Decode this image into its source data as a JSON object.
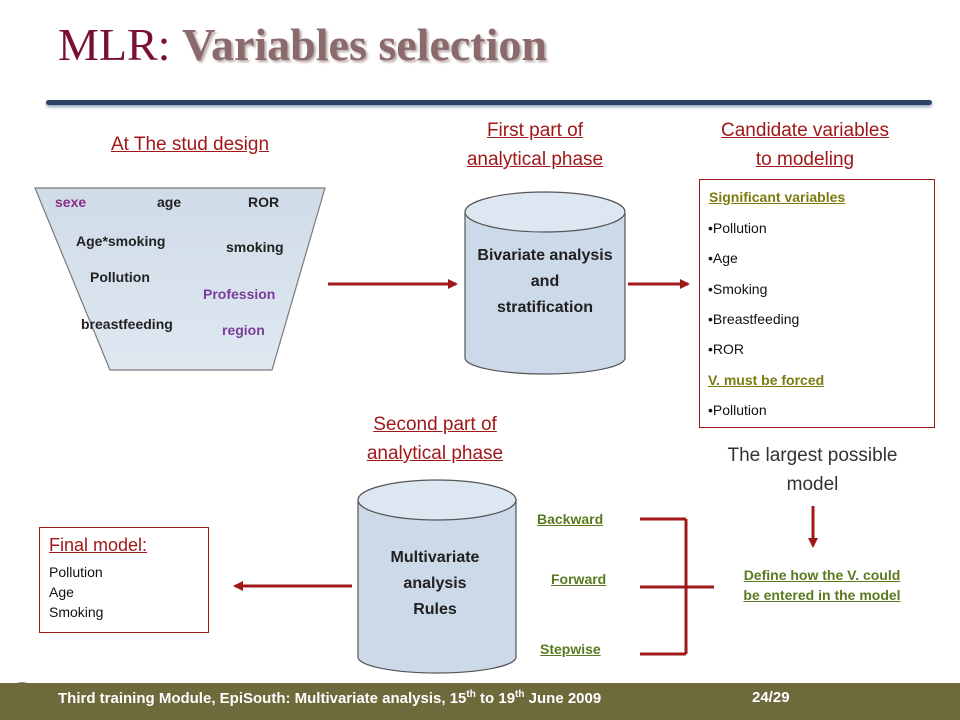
{
  "title": {
    "main": "MLR:",
    "sub": "Variables selection"
  },
  "headers": {
    "study_design": "At The stud design",
    "first_part": [
      "First part of",
      "analytical phase"
    ],
    "candidate": [
      "Candidate variables",
      "to modeling"
    ],
    "second_part": [
      "Second part of",
      "analytical phase"
    ],
    "largest": [
      "The largest possible",
      "model"
    ]
  },
  "funnel_words": {
    "sexe": "sexe",
    "age": "age",
    "ror": "ROR",
    "age_smoking": "Age*smoking",
    "smoking": "smoking",
    "pollution": "Pollution",
    "profession": "Profession",
    "breastfeeding": "breastfeeding",
    "region": "region"
  },
  "cylinder1": [
    "Bivariate analysis",
    "and",
    "stratification"
  ],
  "cylinder2": [
    "Multivariate",
    "analysis",
    "Rules"
  ],
  "significant": {
    "heading": "Significant variables",
    "items": [
      "•Pollution",
      "•Age",
      "•Smoking",
      "•Breastfeeding",
      "•ROR"
    ],
    "forced_heading": "V. must be forced",
    "forced_items": [
      "•Pollution"
    ]
  },
  "methods": [
    "Backward",
    "Forward",
    "Stepwise"
  ],
  "define_text": [
    "Define how the V. could",
    "be entered in the model"
  ],
  "final_model": {
    "heading": "Final model:",
    "items": [
      "Pollution",
      "Age",
      "Smoking"
    ]
  },
  "footer": {
    "text_a": "Third training Module, EpiSouth: Multivariate analysis, 15",
    "sup1": "th",
    "text_b": " to 19",
    "sup2": "th",
    "text_c": " June 2009",
    "page": "24/29"
  },
  "colors": {
    "accent": "#a01818",
    "title": "#7a1030",
    "footer": "#6e6a3c",
    "cylinder": "#ccd9e8",
    "method": "#5a7a20"
  }
}
